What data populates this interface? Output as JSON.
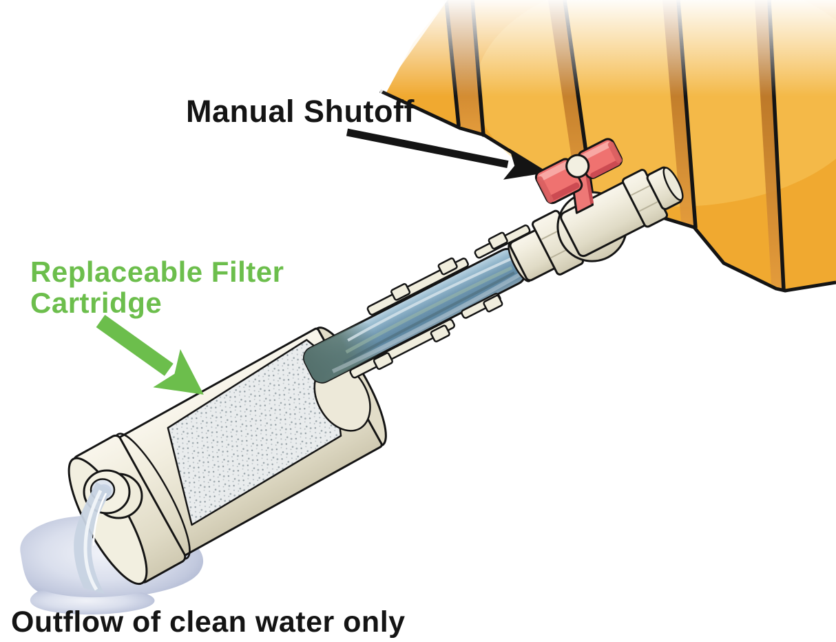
{
  "diagram": {
    "labels": {
      "manual_shutoff": "Manual Shutoff",
      "replaceable_filter_line1": "Replaceable Filter",
      "replaceable_filter_line2": "Cartridge",
      "outflow_caption": "Outflow of clean water only"
    },
    "components": [
      "wall-panels",
      "manual-shutoff-arrow",
      "shutoff-valve",
      "valve-handle",
      "supply-tube",
      "tube-clips",
      "replaceable-filter-arrow",
      "filter-cartridge",
      "filter-media",
      "outflow-spout",
      "water-stream",
      "water-puddle"
    ],
    "colors": {
      "label_black": "#141414",
      "label_green": "#6cbe4c",
      "arrow_black": "#141414",
      "arrow_green": "#6cbe4c",
      "wall_orange": "#f0a930",
      "wall_orange_highlight": "#f9cb66",
      "wall_brown_shade": "#b06c26",
      "handle_red": "#ef7270",
      "valve_cream": "#f1eddd",
      "water_blue": "#7c9fb8",
      "water_dark_teal": "#5a7470",
      "puddle_blue": "#c5cbdf",
      "media_gray": "#e9eced"
    }
  }
}
